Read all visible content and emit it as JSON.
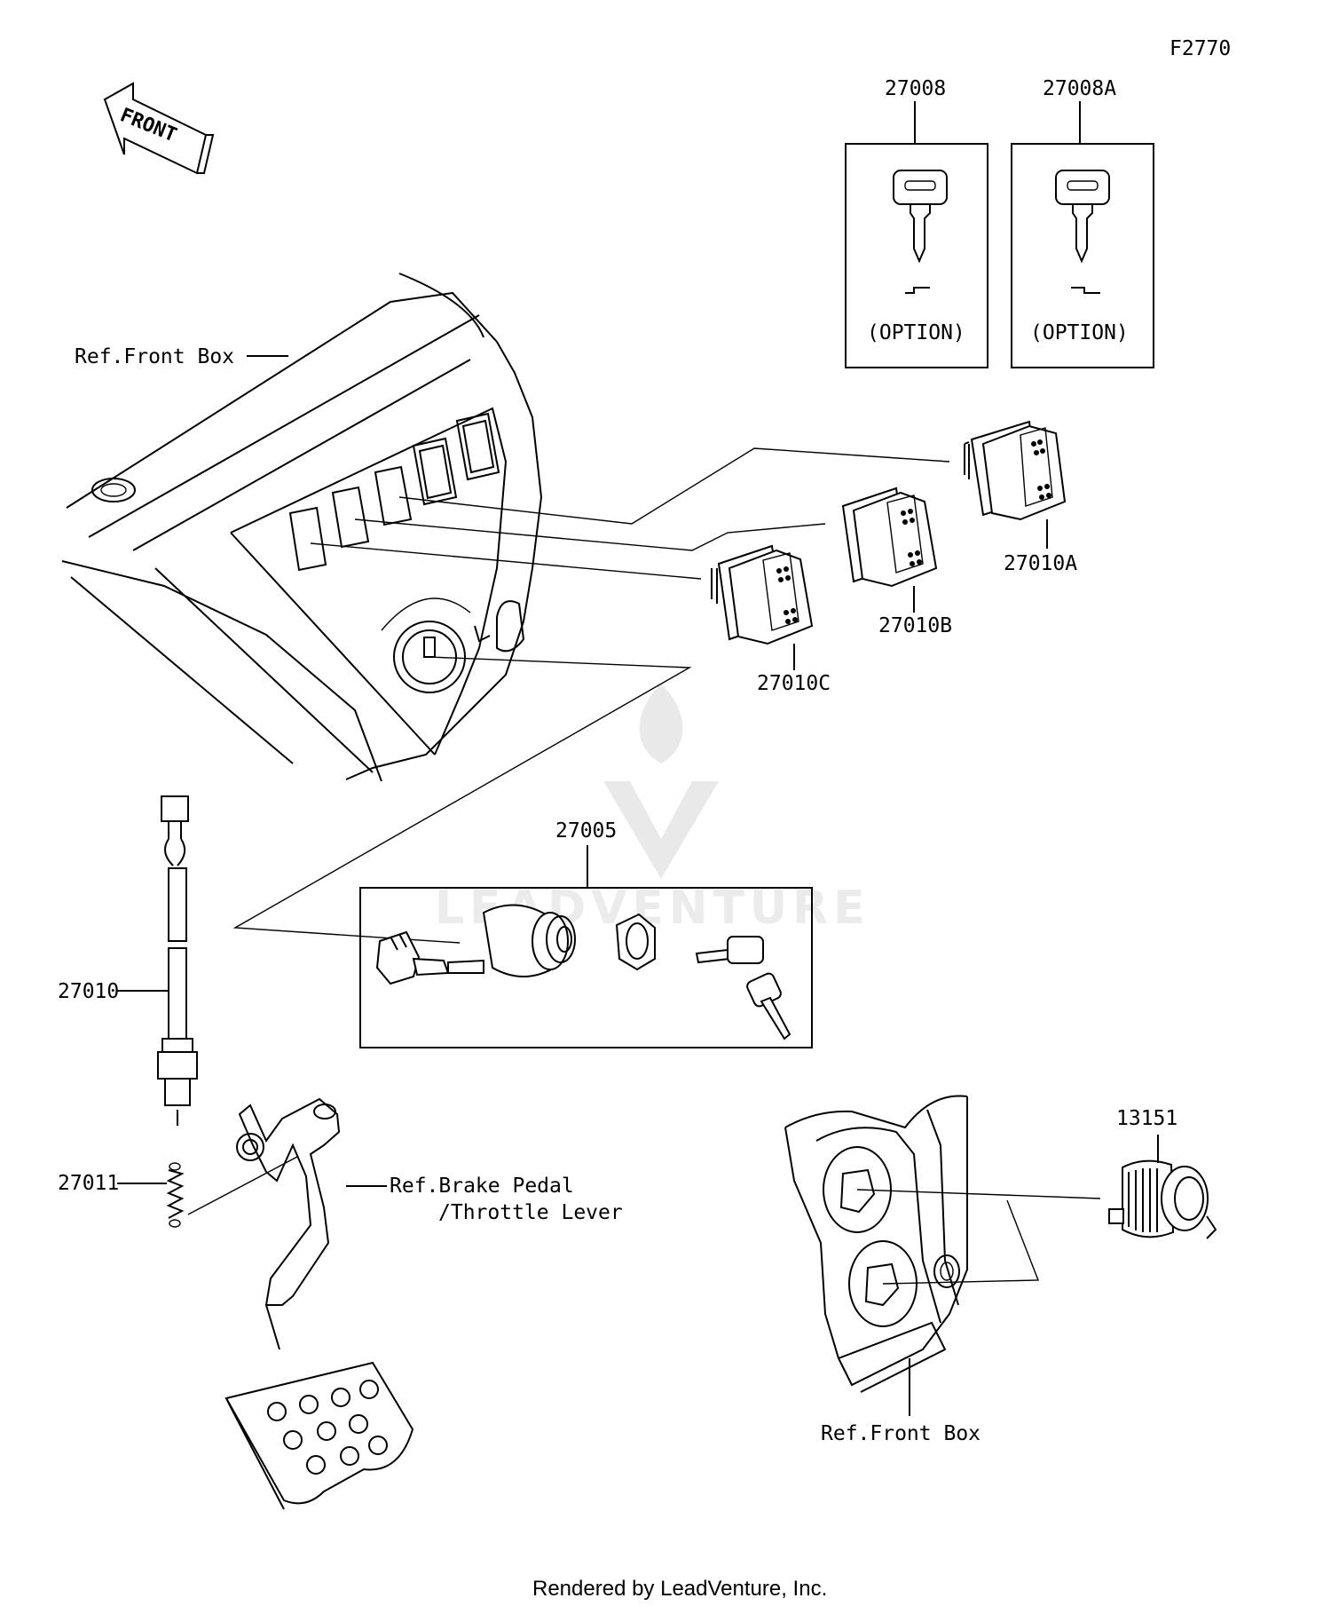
{
  "figure_code": "F2770",
  "front_arrow_label": "FRONT",
  "watermark_text": "LEADVENTURE",
  "footer": "Rendered by LeadVenture, Inc.",
  "options": [
    {
      "part": "27008",
      "note": "(OPTION)"
    },
    {
      "part": "27008A",
      "note": "(OPTION)"
    }
  ],
  "callouts": {
    "ref_front_box_top": "Ref.Front Box",
    "rocker_a": "27010A",
    "rocker_b": "27010B",
    "rocker_c": "27010C",
    "ignition_switch_kit": "27005",
    "brake_switch": "27010",
    "spring": "27011",
    "ref_brake_pedal_line1": "Ref.Brake Pedal",
    "ref_brake_pedal_line2": "/Throttle Lever",
    "socket": "13151",
    "ref_front_box_bottom": "Ref.Front Box"
  },
  "colors": {
    "line": "#000000",
    "background": "#ffffff",
    "watermark": "#e9e9e9"
  }
}
